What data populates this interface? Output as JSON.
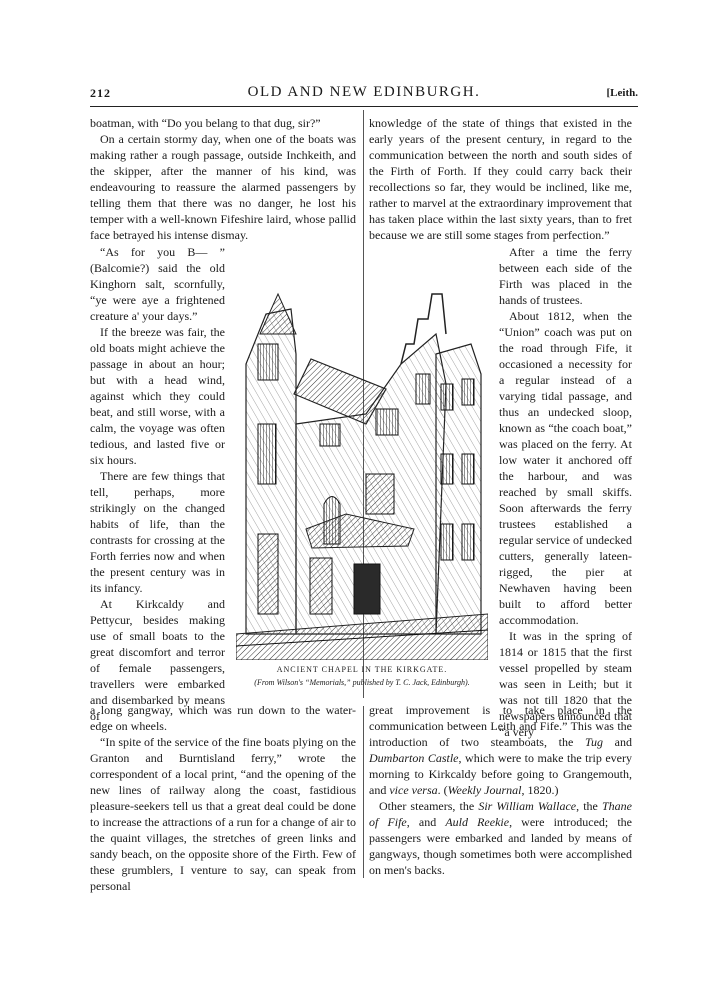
{
  "header": {
    "page_number": "212",
    "title": "OLD AND NEW EDINBURGH.",
    "section": "[Leith."
  },
  "left_col": {
    "p1": "boatman, with “Do you belang to that dug, sir?”",
    "p2": "On a certain stormy day, when one of the boats was making rather a rough passage, outside Inchkeith, and the skipper, after the manner of his kind, was endeavouring to reassure the alarmed passengers by telling them that there was no danger, he lost his temper with a well-known Fifeshire laird, whose pallid face betrayed his intense dismay."
  },
  "narrow_left": {
    "p3": "“As for you B— ” (Balcomie?) said the old Kinghorn salt, scornfully, “ye were aye a frightened creature a' your days.”",
    "p4": "If the breeze was fair, the old boats might achieve the passage in about an hour; but with a head wind, against which they could beat, and still worse, with a calm, the voyage was often tedious, and lasted five or six hours.",
    "p5": "There are few things that tell, perhaps, more strikingly on the changed habits of life, than the contrasts for crossing at the Forth ferries now and when the present century was in its infancy.",
    "p6": "At Kirkcaldy and Pettycur, besides making use of small boats to the great discomfort and terror of female passengers, travellers were embarked and disembarked by means of"
  },
  "left_bottom": {
    "p6b": "a long gangway, which was run down to the water-edge on wheels.",
    "p7": "“In spite of the service of the fine boats plying on the Granton and Burntisland ferry,” wrote the correspondent of a local print, “and the opening of the new lines of railway along the coast, fastidious pleasure-seekers tell us that a great deal could be done to increase the attractions of a run for a change of air to the quaint villages, the stretches of green links and sandy beach, on the opposite shore of the Firth. Few of these grumblers, I venture to say, can speak from personal"
  },
  "right_top": {
    "p1": "knowledge of the state of things that existed in the early years of the present century, in regard to the communication between the north and south sides of the Firth of Forth. If they could carry back their recollections so far, they would be inclined, like me, rather to marvel at the extraordinary improvement that has taken place within the last sixty years, than to fret because we are still some stages from perfection.”"
  },
  "narrow_right": {
    "p2": "After a time the ferry between each side of the Firth was placed in the hands of trustees.",
    "p3": "About 1812, when the “Union” coach was put on the road through Fife, it occasioned a necessity for a regular instead of a varying tidal passage, and thus an undecked sloop, known as “the coach boat,” was placed on the ferry. At low water it anchored off the harbour, and was reached by small skiffs. Soon afterwards the ferry trustees established a regular service of undecked cutters, generally lateen-rigged, the pier at Newhaven having been built to afford better accommodation.",
    "p4": "It was in the spring of 1814 or 1815 that the first vessel propelled by steam was seen in Leith; but it was not till 1820 that the newspapers announced that “a very"
  },
  "right_bottom": {
    "p4b_1": "great improvement is to take place in the communication between Leith and Fife.” This was the introduction of two steamboats, the ",
    "tug": "Tug",
    "and1": " and ",
    "dumbarton": "Dumbarton Castle",
    "p4b_2": ", which were to make the trip every morning to Kirkcaldy before going to Grangemouth, and ",
    "vice": "vice versa",
    "p4b_3": ". (",
    "weekly": "Weekly Journal",
    "p4b_4": ", 1820.)",
    "p5_1": "Other steamers, the ",
    "wallace": "Sir William Wallace",
    "p5_2": ", the ",
    "thane": "Thane of Fife",
    "p5_3": ", and ",
    "auld": "Auld Reekie",
    "p5_4": ", were introduced; the passengers were embarked and landed by means of gangways, though sometimes both were accomplished on men's backs."
  },
  "figure": {
    "caption": "ANCIENT CHAPEL IN THE KIRKGATE.",
    "credit": "(From Wilson's “Memorials,” published by T. C. Jack, Edinburgh)."
  }
}
